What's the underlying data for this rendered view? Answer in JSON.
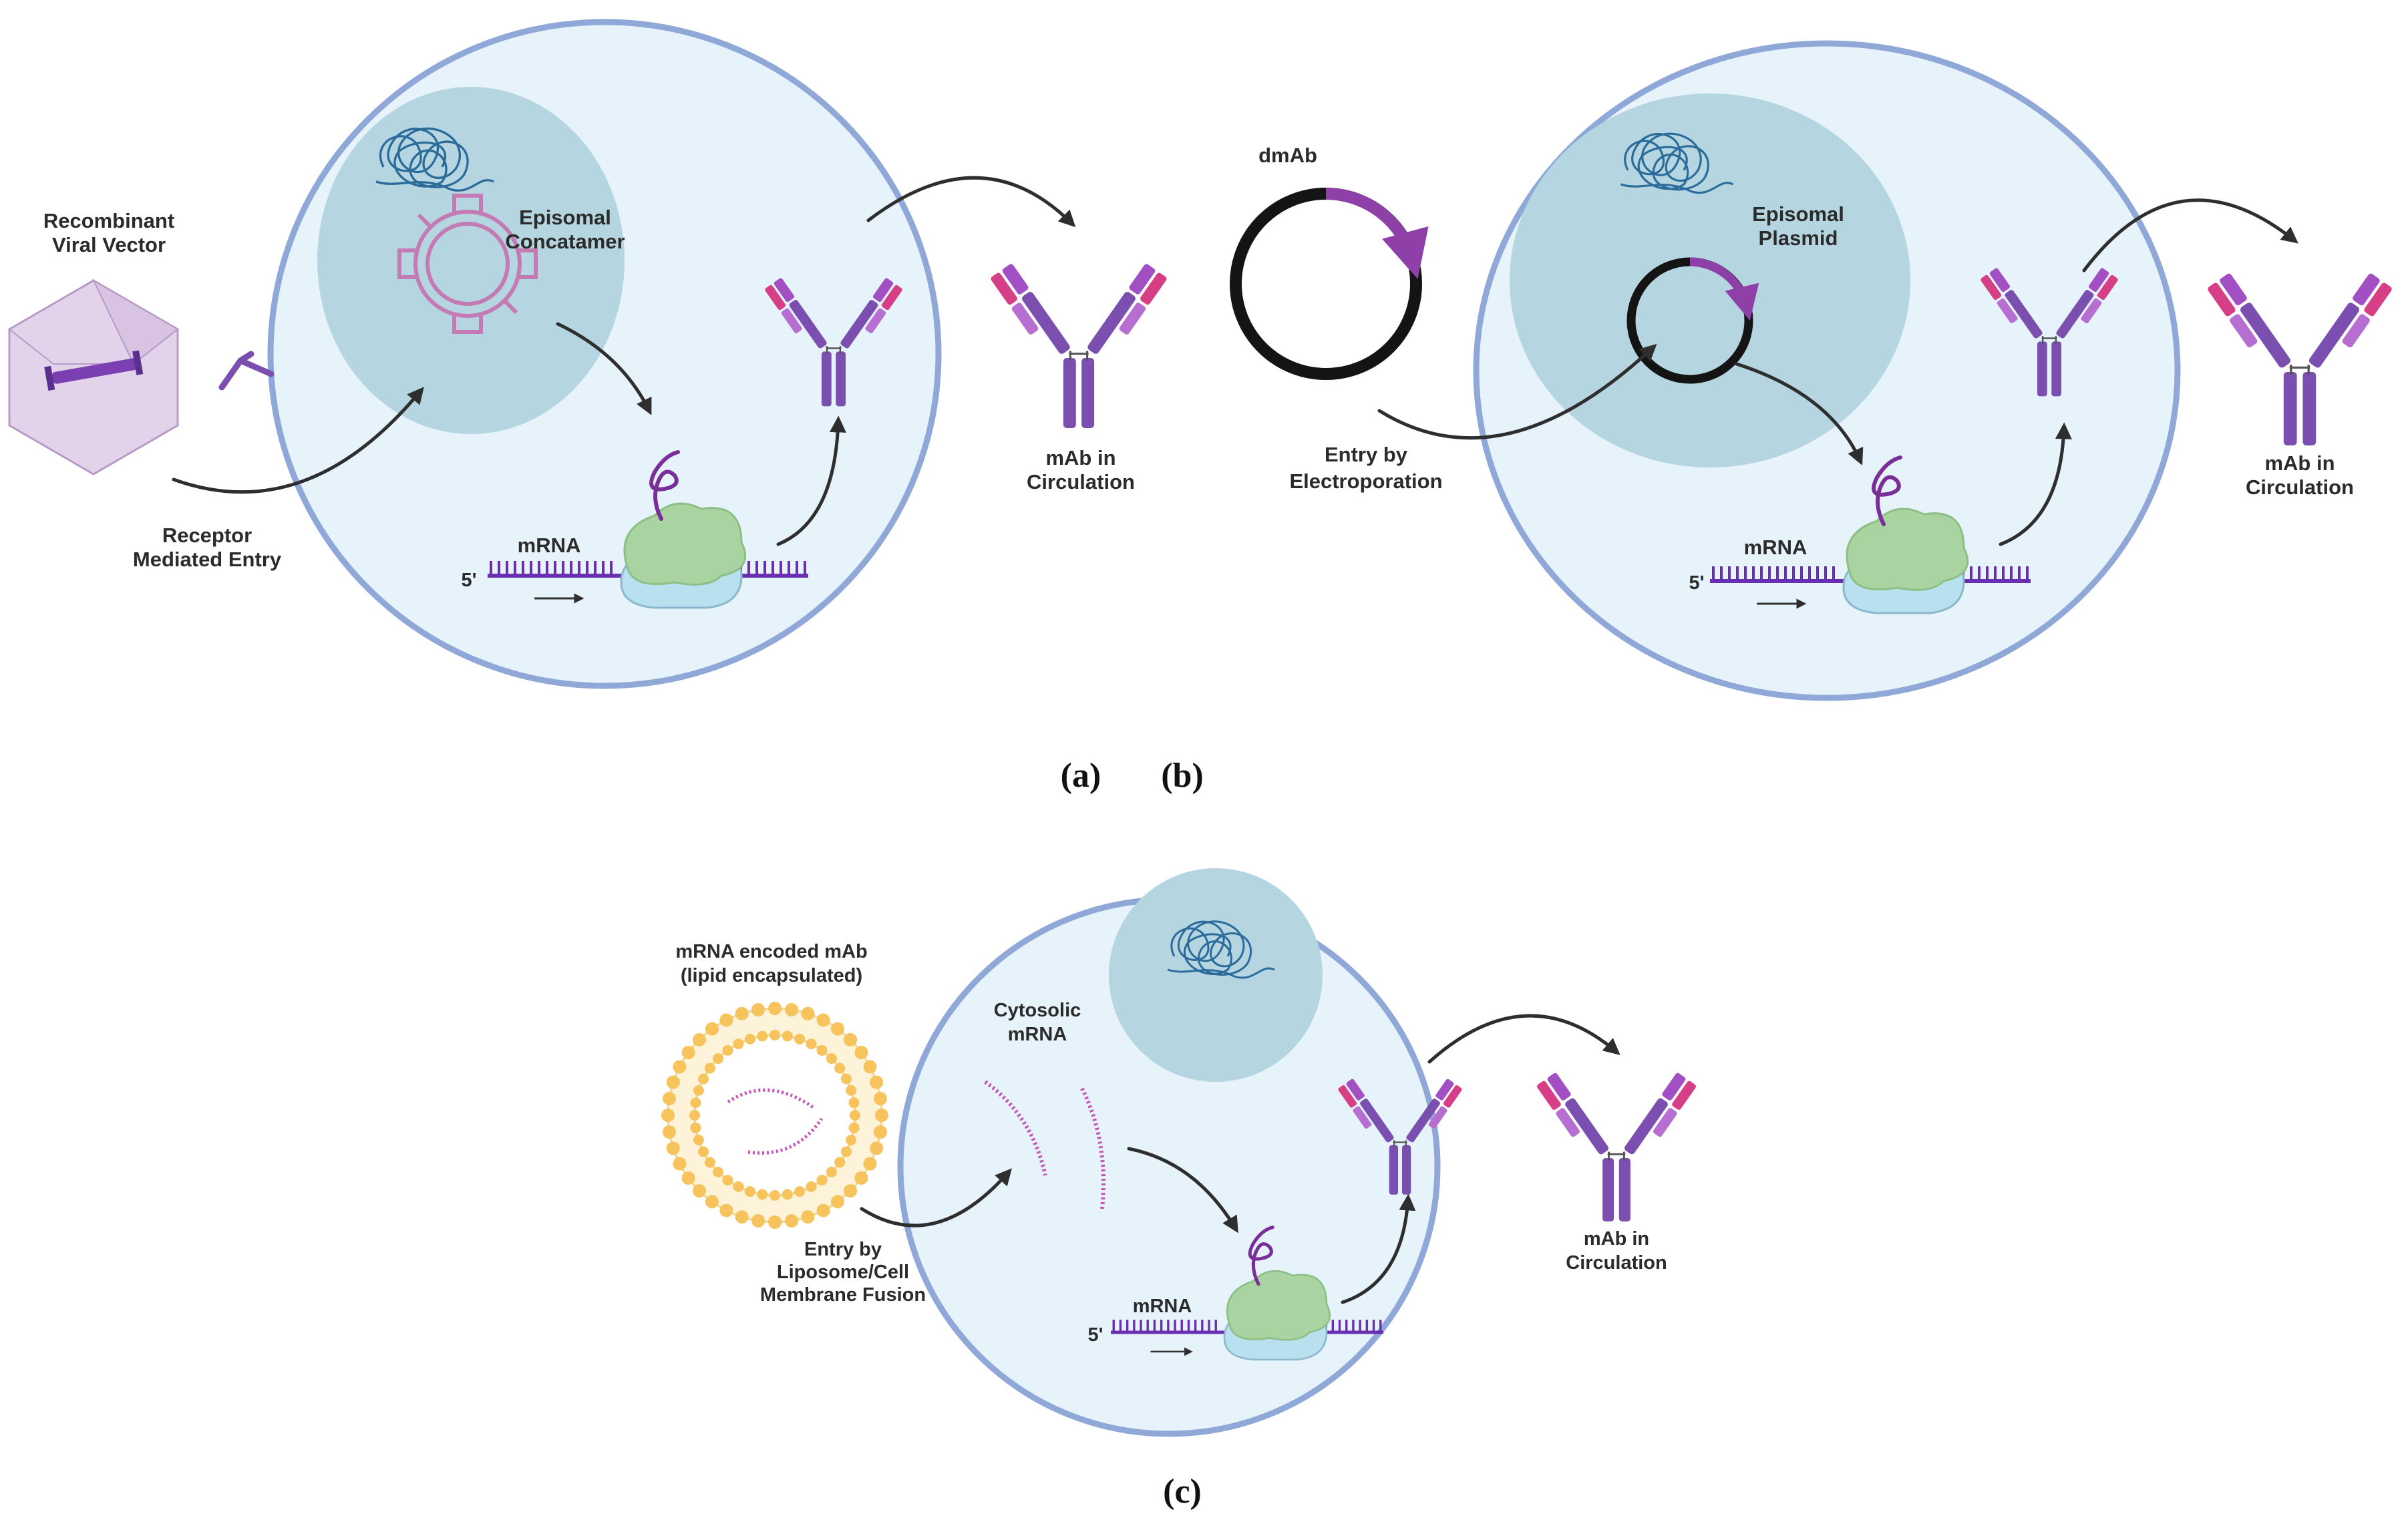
{
  "panels": {
    "a": {
      "caption": "(a)",
      "vector_label": [
        "Recombinant",
        "Viral Vector"
      ],
      "entry_label": [
        "Receptor",
        "Mediated Entry"
      ],
      "nucleus_label": [
        "Episomal",
        "Concatamer"
      ],
      "mrna_label": "mRNA",
      "five_prime": "5'",
      "output_label": [
        "mAb in",
        "Circulation"
      ]
    },
    "b": {
      "caption": "(b)",
      "plasmid_label": "dmAb",
      "entry_label": [
        "Entry by",
        "Electroporation"
      ],
      "nucleus_label": [
        "Episomal",
        "Plasmid"
      ],
      "mrna_label": "mRNA",
      "five_prime": "5'",
      "output_label": [
        "mAb in",
        "Circulation"
      ]
    },
    "c": {
      "caption": "(c)",
      "carrier_label": [
        "mRNA encoded mAb",
        "(lipid encapsulated)"
      ],
      "entry_label": [
        "Entry by",
        "Liposome/Cell",
        "Membrane Fusion"
      ],
      "cytosol_label": [
        "Cytosolic",
        "mRNA"
      ],
      "mrna_label": "mRNA",
      "five_prime": "5'",
      "output_label": [
        "mAb in",
        "Circulation"
      ]
    }
  },
  "colors": {
    "cell_fill": "#e6f3fb",
    "cell_border": "#8fa8d8",
    "nucleus": "#b5d5e1",
    "antibody_heavy": "#7a4fb0",
    "antibody_light_a": "#b66fd1",
    "antibody_light_b": "#d63f86",
    "ribosome_large": "#a9d3a1",
    "ribosome_small": "#b9e0ee",
    "mrna": "#6a2fb0",
    "plasmid": "#141414",
    "plasmid_insert": "#8f3fa8",
    "liposome": "#f6c35c",
    "dna_coil": "#2a6b9a"
  },
  "icons": [
    "viral-capsid-icon",
    "plasmid-icon",
    "liposome-icon",
    "antibody-icon",
    "ribosome-icon",
    "dna-coil-icon",
    "mrna-strand-icon"
  ]
}
